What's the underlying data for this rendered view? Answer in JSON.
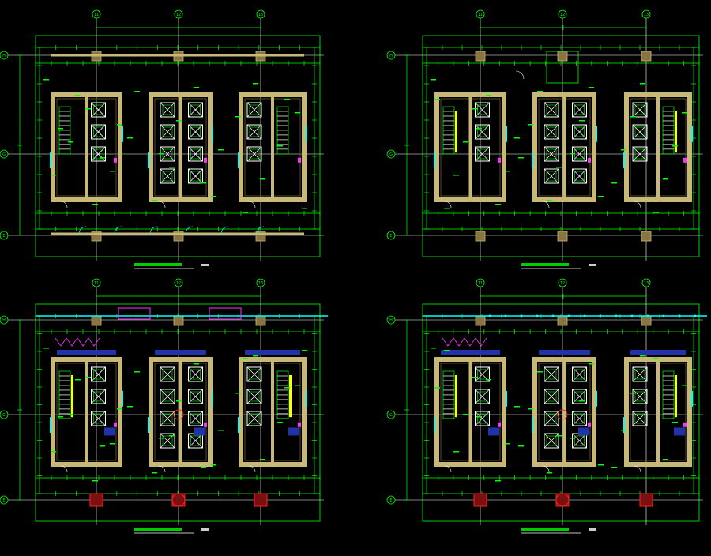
{
  "colors": {
    "background": "#000000",
    "dimension": "#00ff00",
    "wall": "#c8b878",
    "column": "#8a7440",
    "axis": "#ffffff",
    "cyan": "#00ffff",
    "magenta": "#ff33ff",
    "red": "#ff2020",
    "yellow": "#ffff00",
    "blue": "#2233aa"
  },
  "plans": [
    {
      "id": "tl",
      "col_labels": [
        "11",
        "12",
        "13"
      ],
      "row_labels": [
        "H",
        "G",
        "E"
      ],
      "stair_side": "left-right",
      "variant": "basement"
    },
    {
      "id": "tr",
      "col_labels": [
        "11",
        "12",
        "13"
      ],
      "row_labels": [
        "H",
        "G",
        "E"
      ],
      "stair_side": "left-right",
      "variant": "ground"
    },
    {
      "id": "bl",
      "col_labels": [
        "11",
        "12",
        "13"
      ],
      "row_labels": [
        "H",
        "G",
        "E"
      ],
      "stair_side": "left-right",
      "variant": "second"
    },
    {
      "id": "br",
      "col_labels": [
        "11",
        "12",
        "13"
      ],
      "row_labels": [
        "H",
        "G",
        "E"
      ],
      "stair_side": "left-right",
      "variant": "third"
    }
  ]
}
